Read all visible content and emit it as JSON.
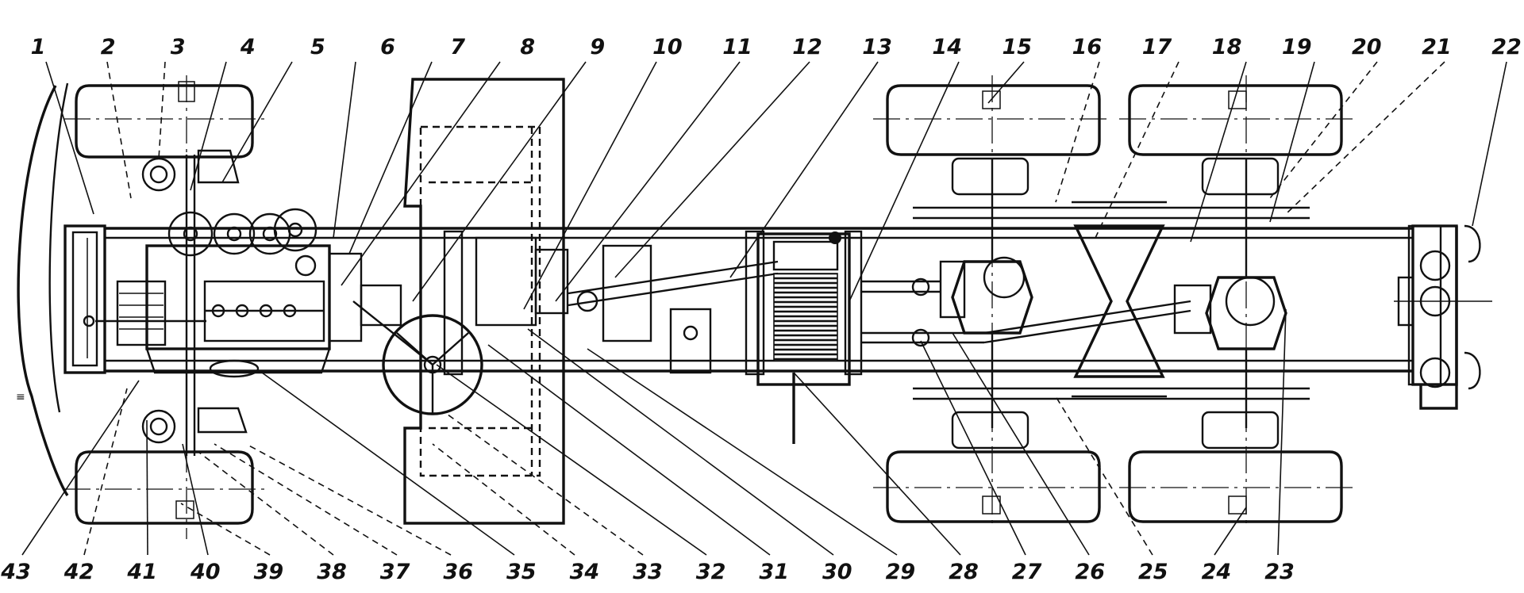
{
  "diagram": {
    "labels_top": [
      "1",
      "2",
      "3",
      "4",
      "5",
      "6",
      "7",
      "8",
      "9",
      "10",
      "11",
      "12",
      "13",
      "14",
      "15",
      "16",
      "17",
      "18",
      "19",
      "20",
      "21",
      "22"
    ],
    "labels_bottom": [
      "43",
      "42",
      "41",
      "40",
      "39",
      "38",
      "37",
      "36",
      "35",
      "34",
      "33",
      "32",
      "31",
      "30",
      "29",
      "28",
      "27",
      "26",
      "25",
      "24",
      "23"
    ]
  }
}
